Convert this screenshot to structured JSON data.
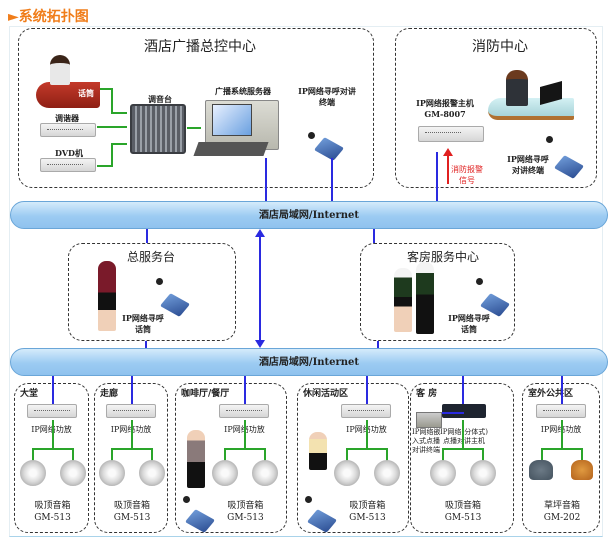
{
  "page_title": "►系统拓扑图",
  "broadcast_center": {
    "title": "酒店广播总控中心",
    "mic_label": "话筒",
    "tuner_label": "调谐器",
    "dvd_label": "DVD机",
    "mixer_label": "调音台",
    "server_label": "广播系统服务器",
    "terminal_label_line1": "IP网络寻呼对讲",
    "terminal_label_line2": "终端"
  },
  "fire_center": {
    "title": "消防中心",
    "host_label_line1": "IP网络报警主机",
    "host_label_line2": "GM-8007",
    "alarm_signal_line1": "消防报警",
    "alarm_signal_line2": "信号",
    "terminal_label_line1": "IP网络寻呼",
    "terminal_label_line2": "对讲终端"
  },
  "network_top": {
    "label": "酒店局域网/Internet"
  },
  "network_bottom": {
    "label": "酒店局域网/Internet"
  },
  "front_desk": {
    "title": "总服务台",
    "mic_label_line1": "IP网络寻呼",
    "mic_label_line2": "话筒"
  },
  "room_service": {
    "title": "客房服务中心",
    "mic_label_line1": "IP网络寻呼",
    "mic_label_line2": "话筒"
  },
  "zones": [
    {
      "title": "大堂",
      "amp_label": "IP网络功放",
      "speaker_name": "吸顶音箱",
      "speaker_model": "GM-513"
    },
    {
      "title": "走廊",
      "amp_label": "IP网络功放",
      "speaker_name": "吸顶音箱",
      "speaker_model": "GM-513"
    },
    {
      "title": "咖啡厅/餐厅",
      "amp_label": "IP网络功放",
      "speaker_name": "吸顶音箱",
      "speaker_model": "GM-513"
    },
    {
      "title": "休闲活动区",
      "amp_label": "IP网络功放",
      "speaker_name": "吸顶音箱",
      "speaker_model": "GM-513"
    },
    {
      "title": "客 房",
      "amp_label": "IP网络(分体式)",
      "amp_label2": "点播对讲主机",
      "terminal_label1": "IP网络嵌",
      "terminal_label2": "入式点播",
      "terminal_label3": "对讲终端",
      "speaker_name": "吸顶音箱",
      "speaker_model": "GM-513"
    },
    {
      "title": "室外公共区",
      "amp_label": "IP网络功放",
      "speaker_name": "草坪音箱",
      "speaker_model": "GM-202"
    }
  ],
  "colors": {
    "title": "#f07d1a",
    "network_line": "#2a2ae0",
    "audio_line": "#2aa52a",
    "alarm": "#e02020",
    "pipe": "#9ccbf2"
  }
}
